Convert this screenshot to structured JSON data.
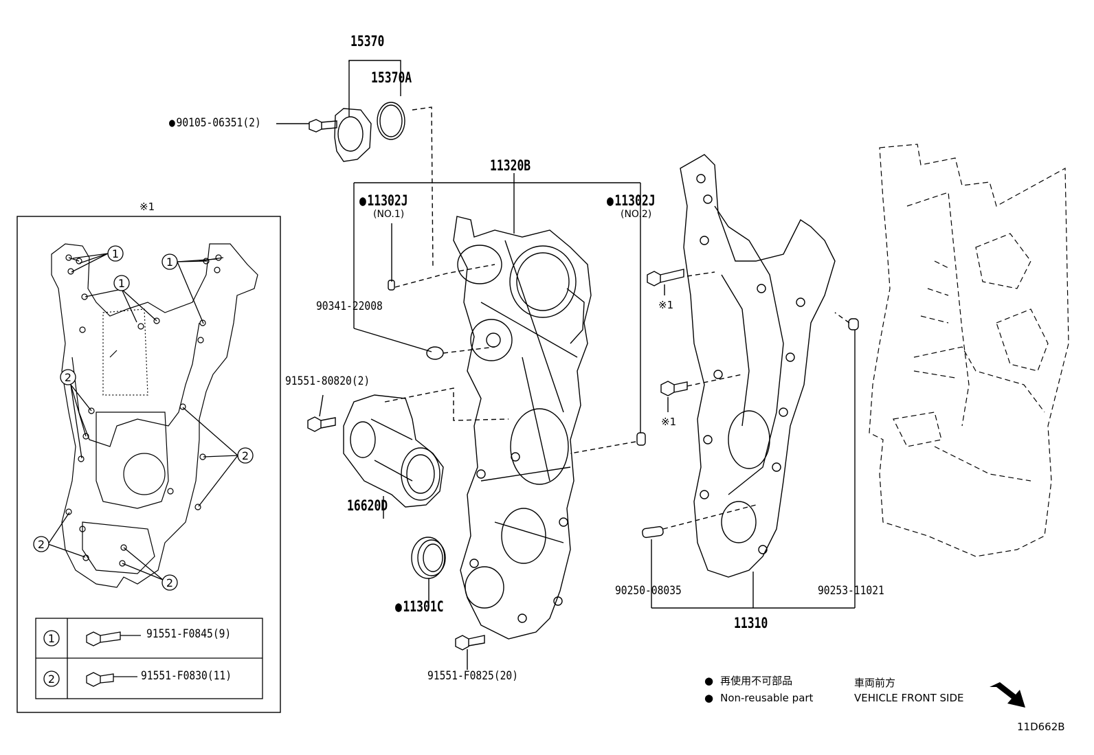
{
  "parts": {
    "p15370": "15370",
    "p15370A": "15370A",
    "p90105": "90105-06351(2)",
    "p11320B": "11320B",
    "p11302J_1": "11302J",
    "no1": "(NO.1)",
    "p11302J_2": "11302J",
    "no2": "(NO.2)",
    "p90341": "90341-22008",
    "p91551_80820": "91551-80820(2)",
    "p16620D": "16620D",
    "p11301C": "11301C",
    "p91551_F0825": "91551-F0825(20)",
    "p90250": "90250-08035",
    "p90253": "90253-11021",
    "p11310": "11310",
    "ref1a": "※1",
    "ref1b": "※1"
  },
  "inset": {
    "title": "※1",
    "callout1": "1",
    "callout2": "2",
    "legend": [
      {
        "num": "1",
        "part": "91551-F0845(9)"
      },
      {
        "num": "2",
        "part": "91551-F0830(11)"
      }
    ]
  },
  "notes": {
    "ja_nonreusable": "再使用不可部品",
    "en_nonreusable": "Non-reusable part",
    "ja_front": "車両前方",
    "en_front": "VEHICLE FRONT SIDE"
  },
  "figure_id": "11D662B"
}
